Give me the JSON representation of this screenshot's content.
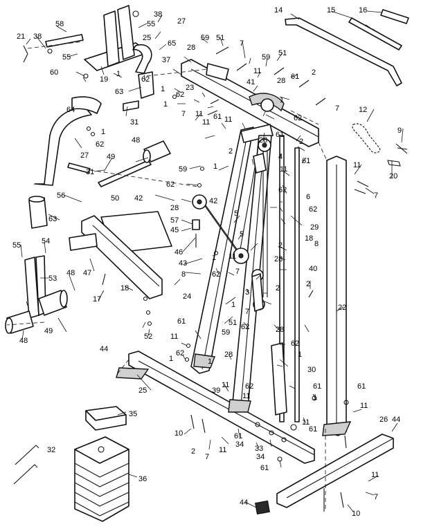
{
  "callouts": [
    "1",
    "2",
    "3",
    "4",
    "5",
    "6",
    "7",
    "8",
    "9",
    "10",
    "11",
    "12",
    "14",
    "15",
    "16",
    "17",
    "18",
    "19",
    "20",
    "21",
    "22",
    "23",
    "24",
    "25",
    "26",
    "27",
    "28",
    "29",
    "30",
    "31",
    "32",
    "33",
    "34",
    "35",
    "36",
    "37",
    "38",
    "39",
    "40",
    "41",
    "42",
    "43",
    "44",
    "45",
    "46",
    "47",
    "48",
    "49",
    "50",
    "51",
    "52",
    "53",
    "54",
    "55",
    "56",
    "57",
    "58",
    "59",
    "60",
    "61",
    "62",
    "63",
    "64",
    "65"
  ]
}
